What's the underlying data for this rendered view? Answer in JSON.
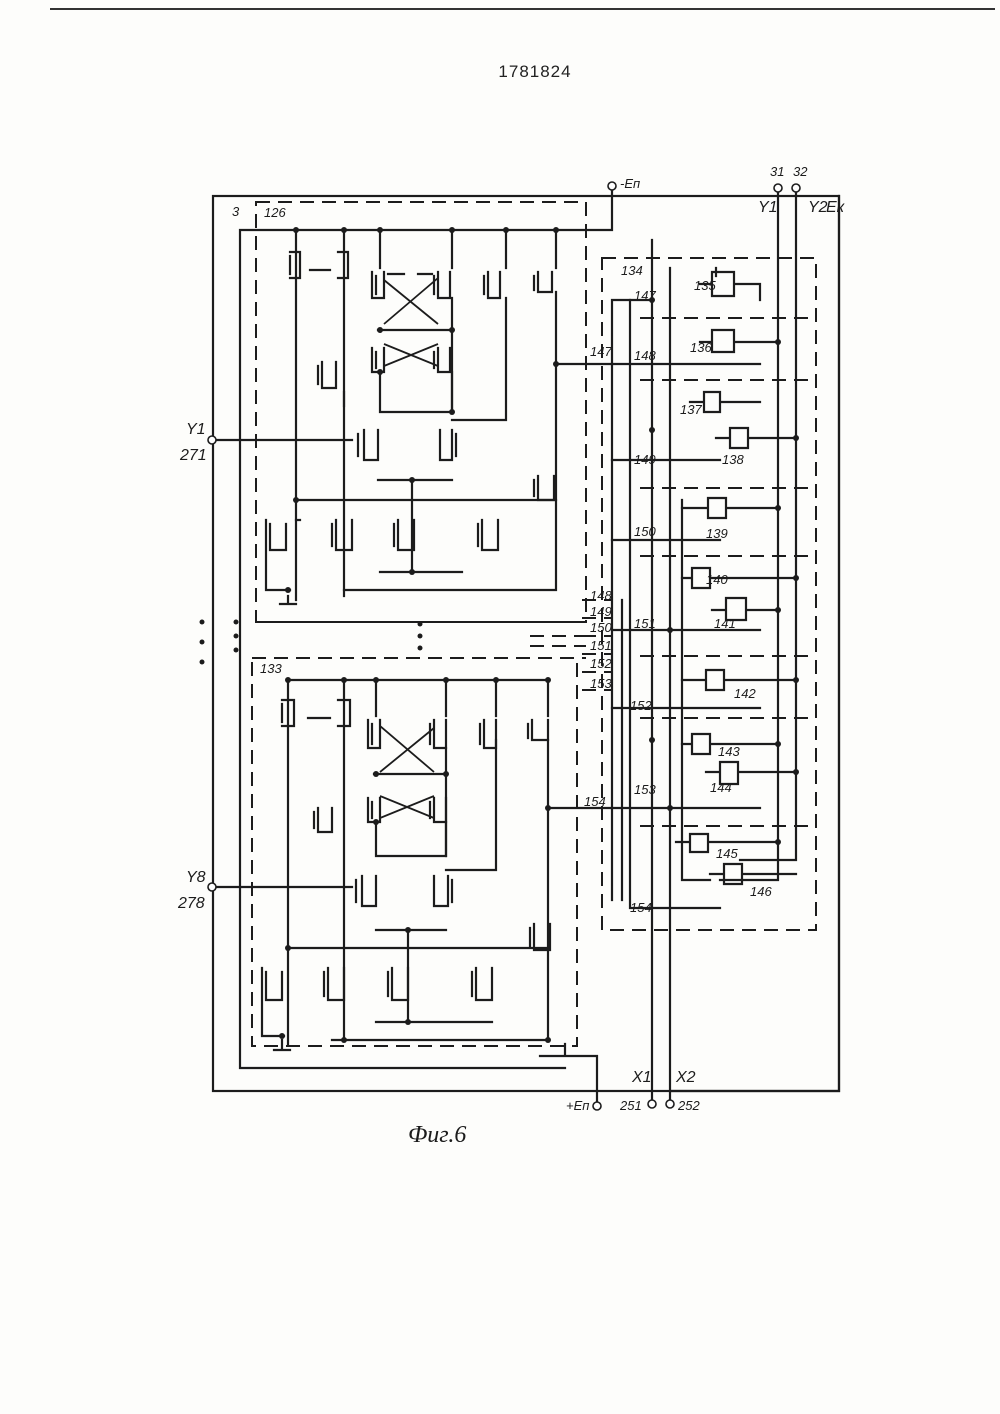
{
  "document": {
    "patent_number": "1781824",
    "figure_caption": "Фиг.6"
  },
  "labels": {
    "block_3": "3",
    "block_126": "126",
    "block_133": "133",
    "block_134": "134",
    "supply_neg": "-Еп",
    "supply_pos": "+Еп",
    "out_y1": "Y1",
    "out_y2": "Y2",
    "out_num_31": "31",
    "out_num_32": "32",
    "supply_ek": "Ек",
    "in_y1": "Y1",
    "in_27_1": "271",
    "in_y8": "Y8",
    "in_27_8": "278",
    "x1": "X1",
    "x2": "X2",
    "term_25_1": "251",
    "term_25_2": "252",
    "c135": "135",
    "c136": "136",
    "c137": "137",
    "c138": "138",
    "c139": "139",
    "c140": "140",
    "c141": "141",
    "c142": "142",
    "c143": "143",
    "c144": "144",
    "c145": "145",
    "c146": "146",
    "l147a": "147",
    "l148a": "148",
    "l149a": "149",
    "l150a": "150",
    "l151a": "151",
    "l152a": "152",
    "l153a": "153",
    "l154a": "154",
    "l147b": "147",
    "l148b": "148",
    "l149b": "149",
    "l150b": "150",
    "l151b": "151",
    "l152b": "152",
    "l153b": "153",
    "l154b": "154"
  }
}
